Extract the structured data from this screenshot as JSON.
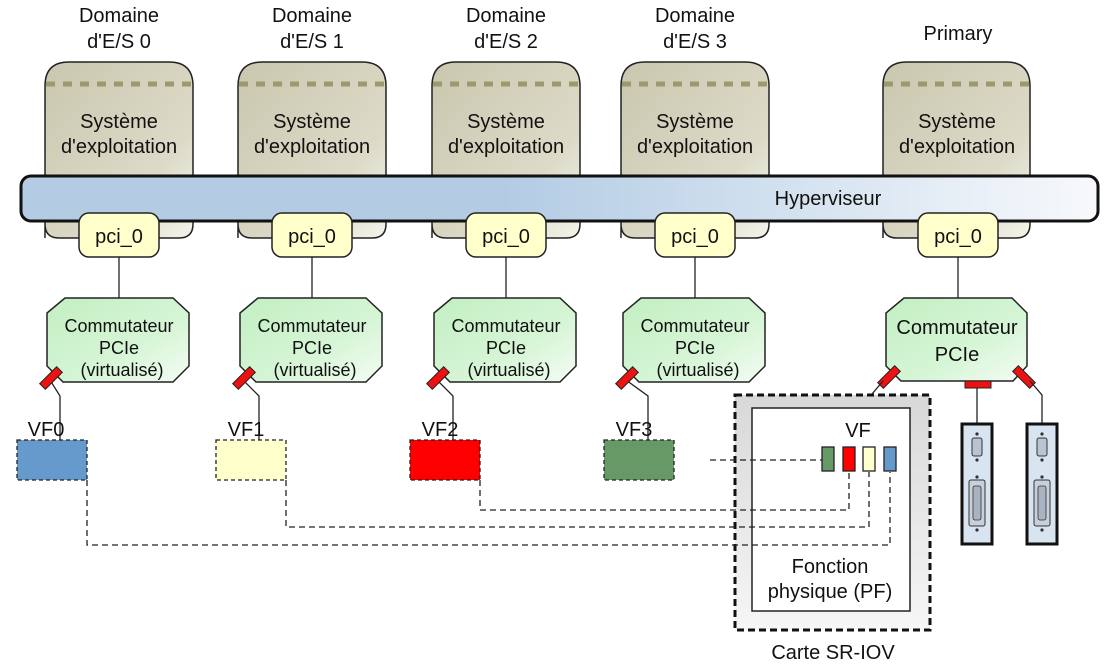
{
  "domains": [
    {
      "title_line1": "Domaine",
      "title_line2": "d'E/S 0",
      "os_line1": "Système",
      "os_line2": "d'exploitation",
      "pci": "pci_0",
      "switch_line1": "Commutateur",
      "switch_line2": "PCIe",
      "switch_line3": "(virtualisé)",
      "vf_label": "VF0",
      "vf_color": "#6699cc"
    },
    {
      "title_line1": "Domaine",
      "title_line2": "d'E/S 1",
      "os_line1": "Système",
      "os_line2": "d'exploitation",
      "pci": "pci_0",
      "switch_line1": "Commutateur",
      "switch_line2": "PCIe",
      "switch_line3": "(virtualisé)",
      "vf_label": "VF1",
      "vf_color": "#ffffcc"
    },
    {
      "title_line1": "Domaine",
      "title_line2": "d'E/S 2",
      "os_line1": "Système",
      "os_line2": "d'exploitation",
      "pci": "pci_0",
      "switch_line1": "Commutateur",
      "switch_line2": "PCIe",
      "switch_line3": "(virtualisé)",
      "vf_label": "VF2",
      "vf_color": "#ff0000"
    },
    {
      "title_line1": "Domaine",
      "title_line2": "d'E/S 3",
      "os_line1": "Système",
      "os_line2": "d'exploitation",
      "pci": "pci_0",
      "switch_line1": "Commutateur",
      "switch_line2": "PCIe",
      "switch_line3": "(virtualisé)",
      "vf_label": "VF3",
      "vf_color": "#669966"
    }
  ],
  "primary": {
    "title": "Primary",
    "os_line1": "Système",
    "os_line2": "d'exploitation",
    "pci": "pci_0",
    "switch_line1": "Commutateur",
    "switch_line2": "PCIe"
  },
  "hypervisor": {
    "label": "Hyperviseur"
  },
  "sriov_card": {
    "label": "Carte SR-IOV",
    "vf_label": "VF",
    "pf_line1": "Fonction",
    "pf_line2": "physique (PF)",
    "vf_slot_colors": [
      "#669966",
      "#ff0000",
      "#ffffcc",
      "#6699cc"
    ]
  },
  "colors": {
    "domain_fill": "#d6d4c0",
    "domain_dash": "#9a9a6e",
    "hypervisor_left": "#b3cce4",
    "hypervisor_right": "#f4f7fb",
    "pci_fill": "#ffffcc",
    "switch_fill": "#ccf2cc",
    "port_red": "#ee1111",
    "device_fill": "#d8e4f0"
  }
}
